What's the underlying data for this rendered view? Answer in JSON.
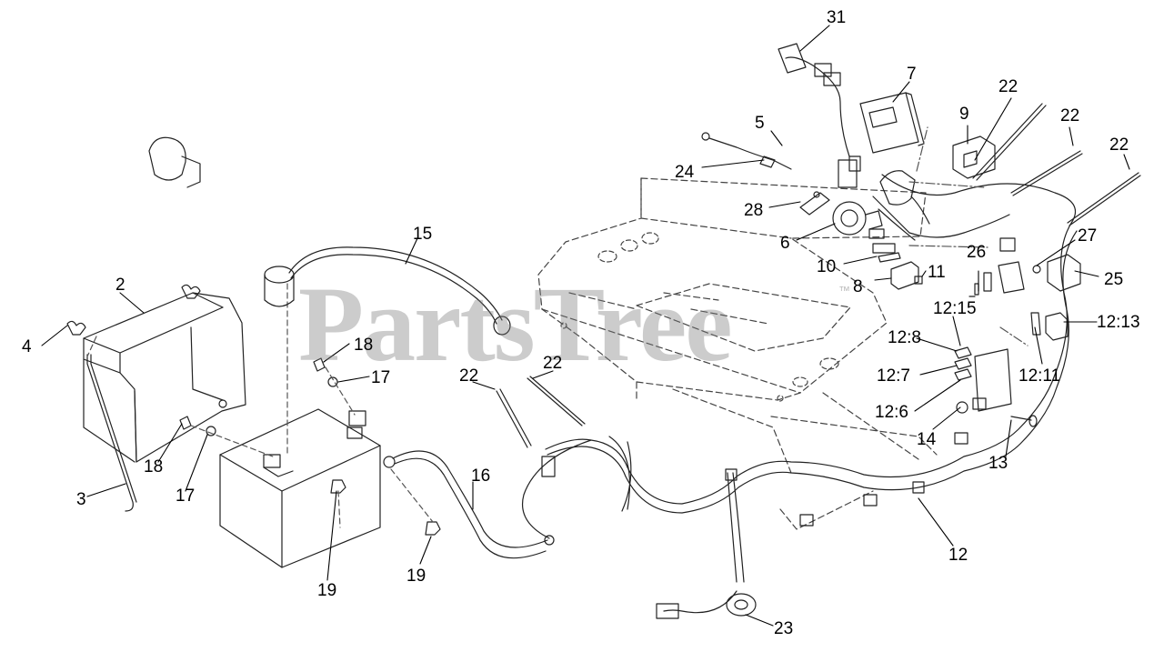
{
  "watermark": {
    "text": "PartsTree",
    "mark": "™"
  },
  "callouts": [
    {
      "id": "c31",
      "text": "31"
    },
    {
      "id": "c7",
      "text": "7"
    },
    {
      "id": "c22a",
      "text": "22"
    },
    {
      "id": "c9",
      "text": "9"
    },
    {
      "id": "c22b",
      "text": "22"
    },
    {
      "id": "c22c",
      "text": "22"
    },
    {
      "id": "c5",
      "text": "5"
    },
    {
      "id": "c24",
      "text": "24"
    },
    {
      "id": "c28",
      "text": "28"
    },
    {
      "id": "c6",
      "text": "6"
    },
    {
      "id": "c15",
      "text": "15"
    },
    {
      "id": "c26",
      "text": "26"
    },
    {
      "id": "c27",
      "text": "27"
    },
    {
      "id": "c10",
      "text": "10"
    },
    {
      "id": "c11",
      "text": "11"
    },
    {
      "id": "c25",
      "text": "25"
    },
    {
      "id": "c8",
      "text": "8"
    },
    {
      "id": "c2",
      "text": "2"
    },
    {
      "id": "c12_15",
      "text": "12:15"
    },
    {
      "id": "c12_13",
      "text": "12:13"
    },
    {
      "id": "c4",
      "text": "4"
    },
    {
      "id": "c18a",
      "text": "18"
    },
    {
      "id": "c12_8",
      "text": "12:8"
    },
    {
      "id": "c17a",
      "text": "17"
    },
    {
      "id": "c22d",
      "text": "22"
    },
    {
      "id": "c22e",
      "text": "22"
    },
    {
      "id": "c12_7",
      "text": "12:7"
    },
    {
      "id": "c12_11",
      "text": "12:11"
    },
    {
      "id": "c12_6",
      "text": "12:6"
    },
    {
      "id": "c14",
      "text": "14"
    },
    {
      "id": "c13",
      "text": "13"
    },
    {
      "id": "c18b",
      "text": "18"
    },
    {
      "id": "c16",
      "text": "16"
    },
    {
      "id": "c3",
      "text": "3"
    },
    {
      "id": "c17b",
      "text": "17"
    },
    {
      "id": "c12",
      "text": "12"
    },
    {
      "id": "c19a",
      "text": "19"
    },
    {
      "id": "c19b",
      "text": "19"
    },
    {
      "id": "c23",
      "text": "23"
    }
  ]
}
